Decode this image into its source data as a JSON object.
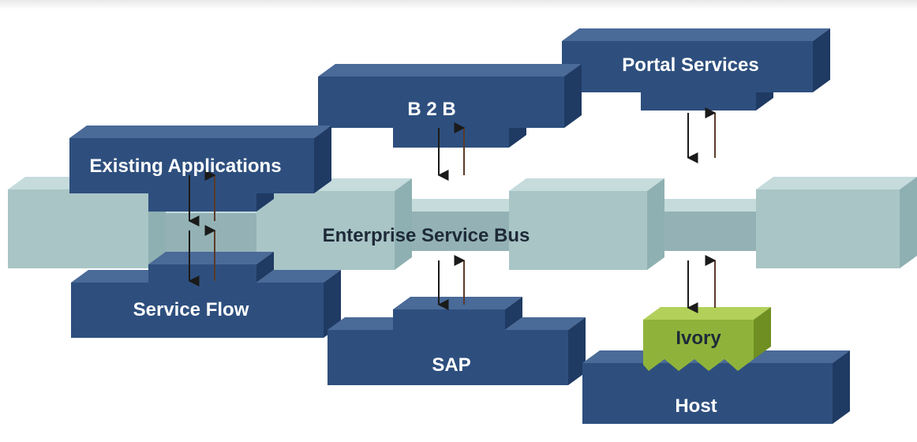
{
  "diagram": {
    "bus_label": "Enterprise Service Bus",
    "nodes": {
      "portal": "Portal Services",
      "b2b": "B 2 B",
      "existing": "Existing Applications",
      "service_flow": "Service Flow",
      "sap": "SAP",
      "ivory": "Ivory",
      "host": "Host"
    }
  },
  "colors": {
    "navy_front": "#2e4f7e",
    "navy_top": "#4a6a98",
    "navy_side": "#1f3a63",
    "bus_front": "#a9c5c6",
    "bus_top": "#c5dbdc",
    "bus_side": "#8fb0b2",
    "bus_conn": "#94b2b5",
    "green_front": "#8fb33a",
    "green_top": "#b2d05a",
    "green_side": "#6f8f22",
    "arrow_down": "#1a1a1a",
    "arrow_up": "#5a3a2a"
  }
}
